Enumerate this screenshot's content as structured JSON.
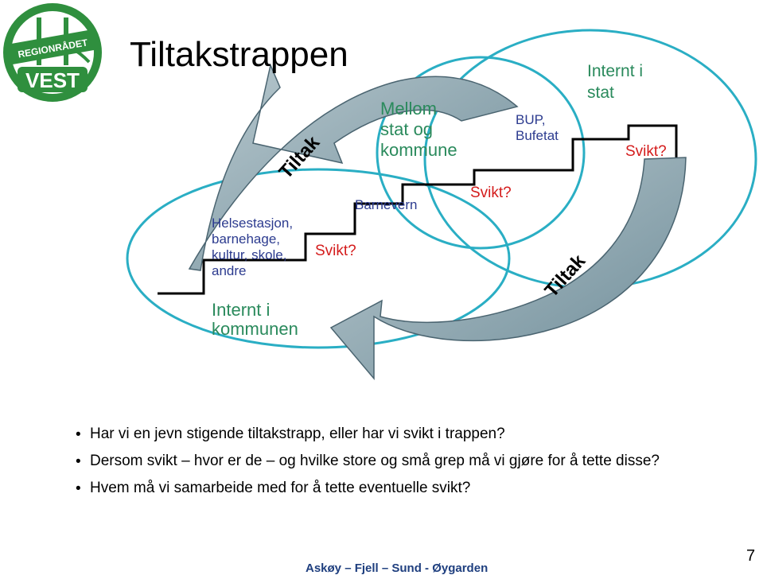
{
  "slide": {
    "title": "Tiltakstrappen",
    "page_number": "7",
    "footer": "Askøy – Fjell – Sund - Øygarden"
  },
  "logo": {
    "line1": "REGIONRÅDET",
    "line2": "VEST"
  },
  "levels": {
    "kommune_services": [
      "Helsestasjon,",
      "barnehage,",
      "kultur, skole,",
      "andre"
    ],
    "kommune_label": [
      "Internt i",
      "kommunen"
    ],
    "barnevern": "Barnevern",
    "mellom_label": [
      "Mellom",
      "stat og",
      "kommune"
    ],
    "bup": [
      "BUP,",
      "Bufetat"
    ],
    "stat_label": [
      "Internt i",
      "stat"
    ]
  },
  "svikt": {
    "step1": "Svikt?",
    "step2": "Svikt?",
    "step3": "Svikt?"
  },
  "arrows": {
    "upper_label": "Tiltak",
    "lower_label": "Tiltak"
  },
  "bullets": [
    "Har vi en jevn stigende tiltakstrapp, eller har vi svikt i trappen?",
    "Dersom svikt – hvor er de – og hvilke store og små grep må vi gjøre for å tette disse?",
    "Hvem må vi samarbeide med for å tette eventuelle svikt?"
  ],
  "colors": {
    "ellipse": "#2aaec4",
    "arrow_fill": "#7f9aa6",
    "green_text": "#2a8a5c",
    "blue_text": "#2c3b8f",
    "red_text": "#d41c1c",
    "logo_green": "#2f8f3e"
  }
}
